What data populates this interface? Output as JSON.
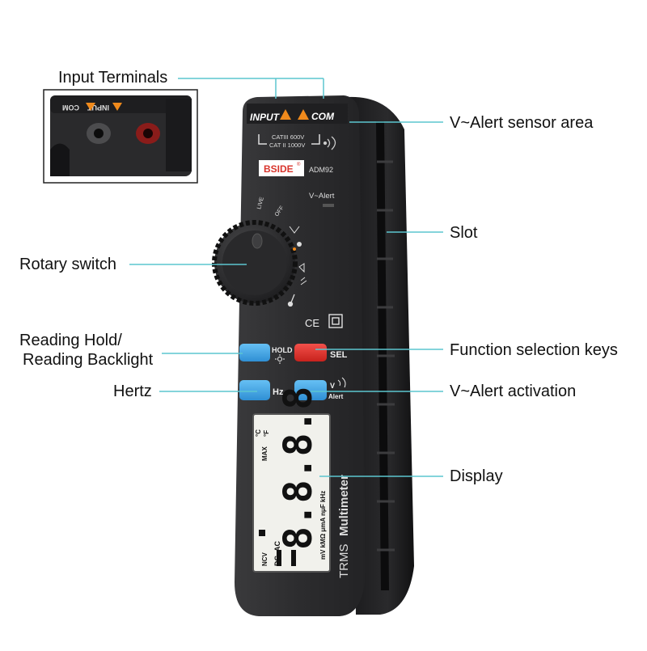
{
  "labels": {
    "input_terminals": "Input Terminals",
    "valert_sensor_area": "V~Alert sensor area",
    "slot": "Slot",
    "rotary_switch": "Rotary switch",
    "reading_hold_line1": "Reading Hold/",
    "reading_hold_line2": "Reading Backlight",
    "function_selection_keys": "Function selection keys",
    "hertz": "Hertz",
    "valert_activation": "V~Alert activation",
    "display": "Display"
  },
  "device": {
    "input_label": "INPUT",
    "com_label": "COM",
    "cat_line1": "CATIII 600V",
    "cat_line2": "CAT II 1000V",
    "brand": "BSIDE",
    "brand_mark": "®",
    "model": "ADM92",
    "valert_label": "V~Alert",
    "dial_live": "LIVE",
    "dial_off": "OFF",
    "ce_mark": "CE",
    "hold_label": "HOLD",
    "sel_label": "SEL",
    "hz_label": "Hz",
    "v_label": "V",
    "alert_label": "Alert",
    "side_text_trms": "TRMS",
    "side_text_multimeter": "Multimeter",
    "lcd_digits": "8.8.8.8",
    "lcd_max": "MAX",
    "lcd_units1": "mV kMΩ μmA nμF kHz",
    "lcd_dc": "DC",
    "lcd_ac": "AC",
    "lcd_ncv": "NCV",
    "lcd_c": "°C",
    "lcd_f": "°F"
  },
  "inset": {
    "input_label": "INPUT",
    "com_label": "COM"
  },
  "colors": {
    "body": "#2c2c2e",
    "body_dark": "#1b1b1d",
    "blue_key": "#3aa4e6",
    "red_key": "#e0302a",
    "lcd_bg": "#f1f1ec",
    "callout_line": "#5cc6cf",
    "warning_orange": "#f08a1c"
  }
}
